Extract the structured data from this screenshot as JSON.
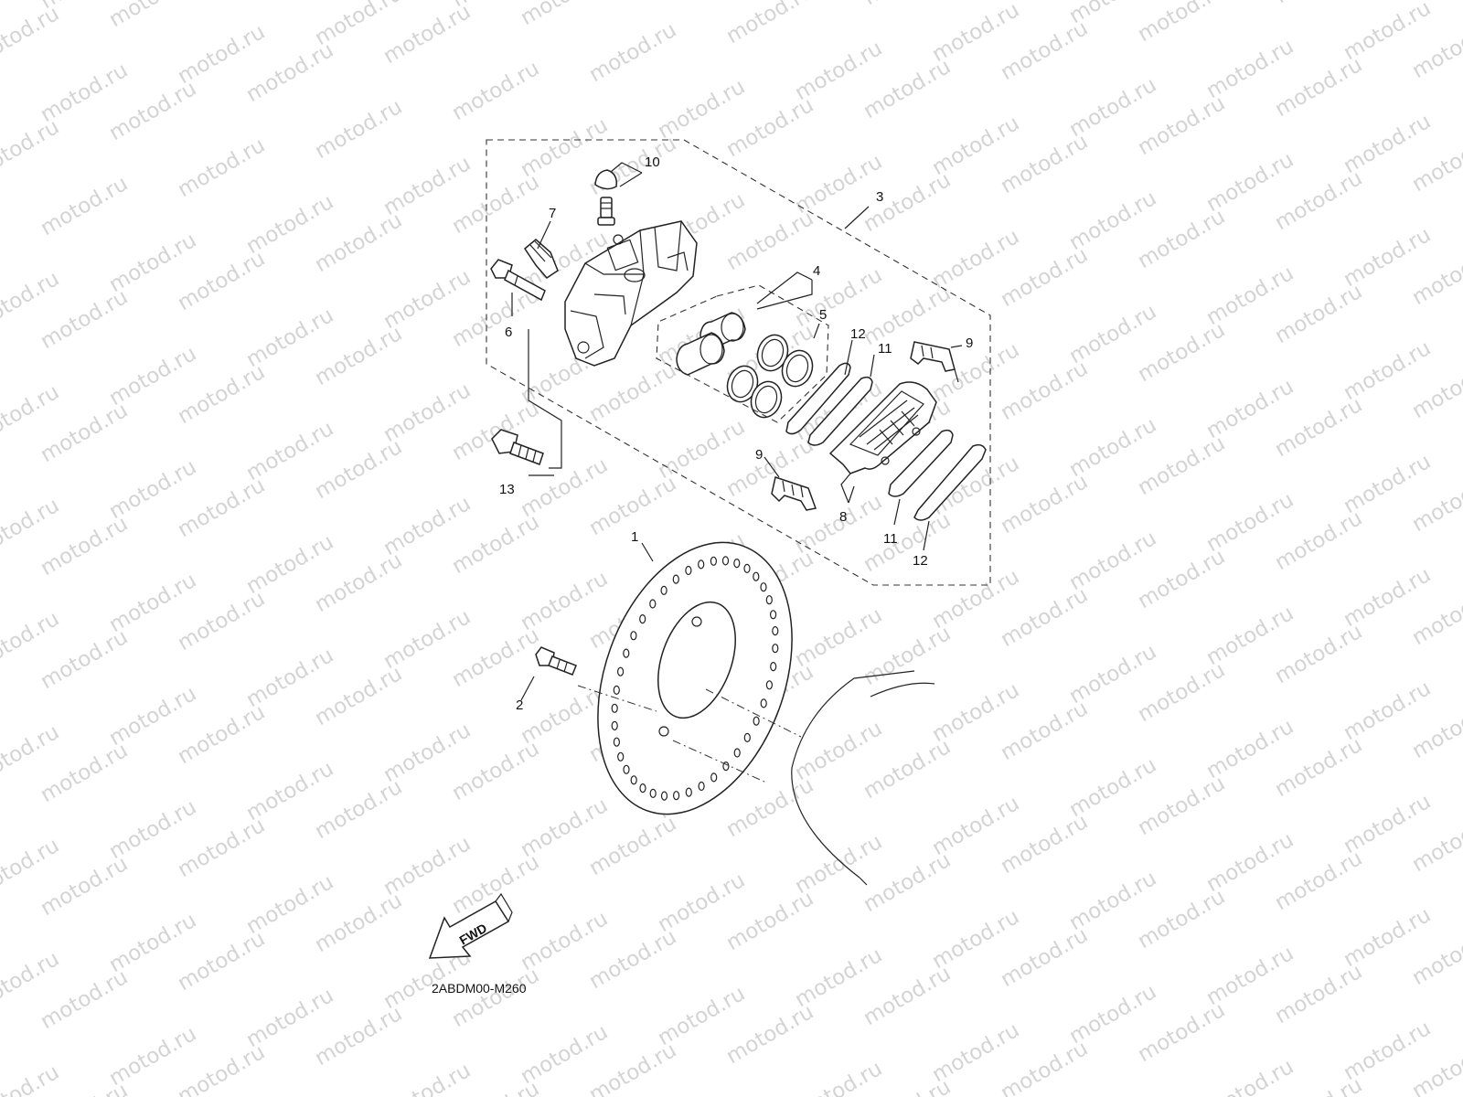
{
  "watermark": {
    "text": "motod.ru"
  },
  "callouts": [
    {
      "id": "c1",
      "text": "1"
    },
    {
      "id": "c2",
      "text": "2"
    },
    {
      "id": "c3",
      "text": "3"
    },
    {
      "id": "c4",
      "text": "4"
    },
    {
      "id": "c5",
      "text": "5"
    },
    {
      "id": "c6",
      "text": "6"
    },
    {
      "id": "c7",
      "text": "7"
    },
    {
      "id": "c8",
      "text": "8"
    },
    {
      "id": "c9a",
      "text": "9"
    },
    {
      "id": "c9b",
      "text": "9"
    },
    {
      "id": "c10",
      "text": "10"
    },
    {
      "id": "c11a",
      "text": "11"
    },
    {
      "id": "c11b",
      "text": "11"
    },
    {
      "id": "c12a",
      "text": "12"
    },
    {
      "id": "c12b",
      "text": "12"
    },
    {
      "id": "c13",
      "text": "13"
    }
  ],
  "direction_arrow": {
    "label": "FWD"
  },
  "diagram_code": "2ABDM00-M260",
  "colors": {
    "line": "#222222",
    "watermark": "#d4d4d4",
    "background": "#ffffff"
  }
}
